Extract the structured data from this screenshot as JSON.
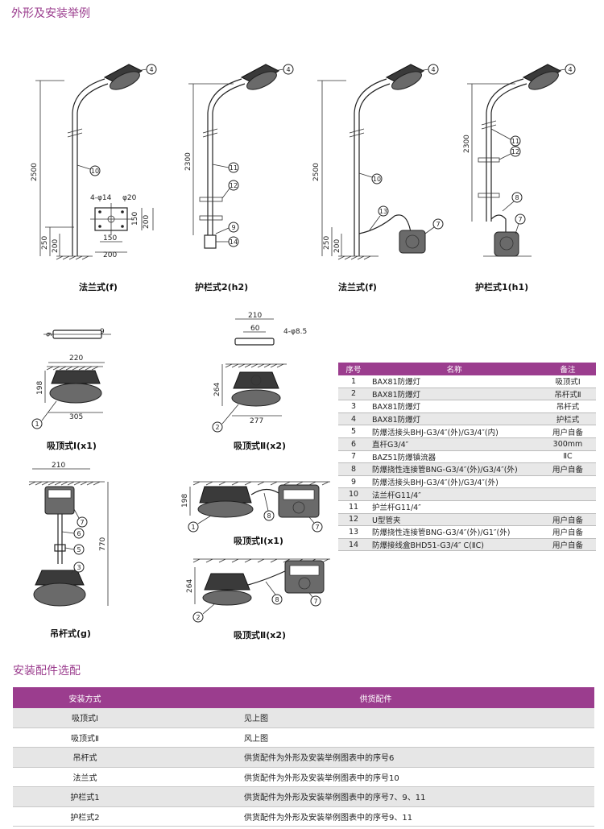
{
  "titles": {
    "section1": "外形及安装举例",
    "section2": "安装配件选配"
  },
  "captions": {
    "c1": "法兰式(f)",
    "c2": "护栏式2(h2)",
    "c3": "法兰式(f)",
    "c4": "护栏式1(h1)",
    "c5": "吸顶式Ⅰ(x1)",
    "c6": "吸顶式Ⅱ(x2)",
    "c7": "吸顶式Ⅰ(x1)",
    "c8": "吊杆式(g)",
    "c9": "吸顶式Ⅱ(x2)"
  },
  "dims": {
    "d2500": "2500",
    "d2300": "2300",
    "d250": "250",
    "d200": "200",
    "d150": "150",
    "d4phi14": "4-φ14",
    "dphi20": "φ20",
    "d9": "9",
    "d220": "220",
    "d198": "198",
    "d305": "305",
    "d210": "210",
    "d60": "60",
    "d4phi85": "4-φ8.5",
    "d264": "264",
    "d277": "277",
    "d770": "770",
    "n1": "1",
    "n2": "2",
    "n3": "3",
    "n4": "4",
    "n5": "5",
    "n6": "6",
    "n7": "7",
    "n8": "8",
    "n9": "9",
    "n10": "10",
    "n11": "11",
    "n12": "12",
    "n13": "13",
    "n14": "14"
  },
  "parts_table": {
    "headers": [
      "序号",
      "名称",
      "备注"
    ],
    "rows": [
      [
        "1",
        "BAX81防爆灯",
        "吸顶式Ⅰ"
      ],
      [
        "2",
        "BAX81防爆灯",
        "吊杆式Ⅱ"
      ],
      [
        "3",
        "BAX81防爆灯",
        "吊杆式"
      ],
      [
        "4",
        "BAX81防爆灯",
        "护栏式"
      ],
      [
        "5",
        "防爆活接头BHJ-G3/4″(外)/G3/4″(内)",
        "用户自备"
      ],
      [
        "6",
        "直杆G3/4″",
        "300mm"
      ],
      [
        "7",
        "BAZ51防爆镇流器",
        "ⅡC"
      ],
      [
        "8",
        "防爆挠性连接管BNG-G3/4″(外)/G3/4″(外)",
        "用户自备"
      ],
      [
        "9",
        "防爆活接头BHJ-G3/4″(外)/G3/4″(外)",
        ""
      ],
      [
        "10",
        "法兰杆G11/4″",
        ""
      ],
      [
        "11",
        "护兰杆G11/4″",
        ""
      ],
      [
        "12",
        "U型管夹",
        "用户自备"
      ],
      [
        "13",
        "防爆挠性连接管BNG-G3/4″(外)/G1″(外)",
        "用户自备"
      ],
      [
        "14",
        "防爆接线盒BHD51-G3/4″ C(ⅡC)",
        "用户自备"
      ]
    ]
  },
  "selection_table": {
    "headers": [
      "安装方式",
      "供货配件"
    ],
    "rows": [
      [
        "吸顶式Ⅰ",
        "见上图"
      ],
      [
        "吸顶式Ⅱ",
        "风上图"
      ],
      [
        "吊杆式",
        "供货配件为外形及安装举例图表中的序号6"
      ],
      [
        "法兰式",
        "供货配件为外形及安装举例图表中的序号10"
      ],
      [
        "护栏式1",
        "供货配件为外形及安装举例图表中的序号7、9、11"
      ],
      [
        "护栏式2",
        "供货配件为外形及安装举例图表中的序号9、11"
      ]
    ]
  }
}
